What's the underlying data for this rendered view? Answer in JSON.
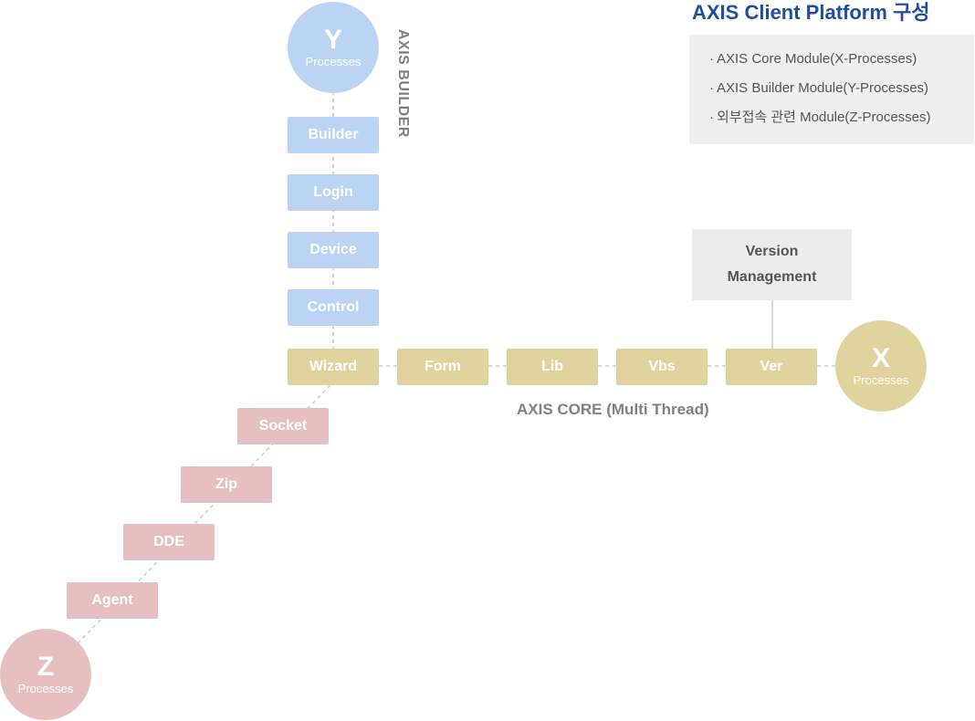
{
  "title": "AXIS Client Platform 구성",
  "info_items": [
    "AXIS Core Module(X-Processes)",
    "AXIS Builder Module(Y-Processes)",
    "외부접속 관련 Module(Z-Processes)"
  ],
  "axis_builder_label": "AXIS BUILDER",
  "axis_core_label": "AXIS CORE (Multi Thread)",
  "version_box": {
    "line1": "Version",
    "line2": "Management"
  },
  "y_circle": {
    "letter": "Y",
    "sub": "Processes"
  },
  "x_circle": {
    "letter": "X",
    "sub": "Processes"
  },
  "z_circle": {
    "letter": "Z",
    "sub": "Processes"
  },
  "builder_modules": [
    "Builder",
    "Login",
    "Device",
    "Control"
  ],
  "core_modules": [
    "Wizard",
    "Form",
    "Lib",
    "Vbs",
    "Ver"
  ],
  "external_modules": [
    "Socket",
    "Zip",
    "DDE",
    "Agent"
  ],
  "colors": {
    "builder": "#bcd4f3",
    "core": "#e1d39d",
    "external": "#e6c0c0",
    "title": "#1f4ea6"
  }
}
